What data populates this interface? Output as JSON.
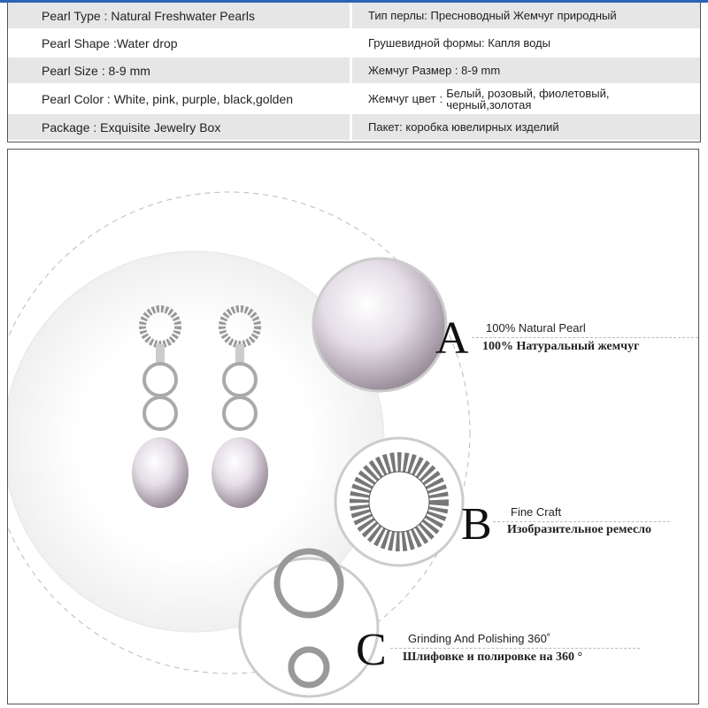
{
  "specs": [
    {
      "en": "Pearl Type : Natural Freshwater Pearls",
      "ru": "Тип перлы: Пресноводный Жемчуг природный"
    },
    {
      "en": "Pearl Shape :Water drop",
      "ru": "Грушевидной формы: Капля воды"
    },
    {
      "en": "Pearl Size : 8-9 mm",
      "ru": "Жемчуг Размер : 8-9 mm"
    },
    {
      "en": "Pearl Color : White, pink, purple, black,golden",
      "ru_label": "Жемчуг цвет",
      "ru_line1": "Белый, розовый, фиолетовый,",
      "ru_line2": "черный,золотая"
    },
    {
      "en": "Package : Exquisite Jewelry Box",
      "ru": "Пакет: коробка ювелирных изделий"
    }
  ],
  "features": [
    {
      "letter": "A",
      "en": "100% Natural Pearl",
      "ru": "100% Натуральный жемчуг"
    },
    {
      "letter": "B",
      "en": "Fine Craft",
      "ru": "Изобразительное ремесло"
    },
    {
      "letter": "C",
      "en": "Grinding And Polishing 360˚",
      "ru": "Шлифовке и полировке на 360 °"
    }
  ]
}
